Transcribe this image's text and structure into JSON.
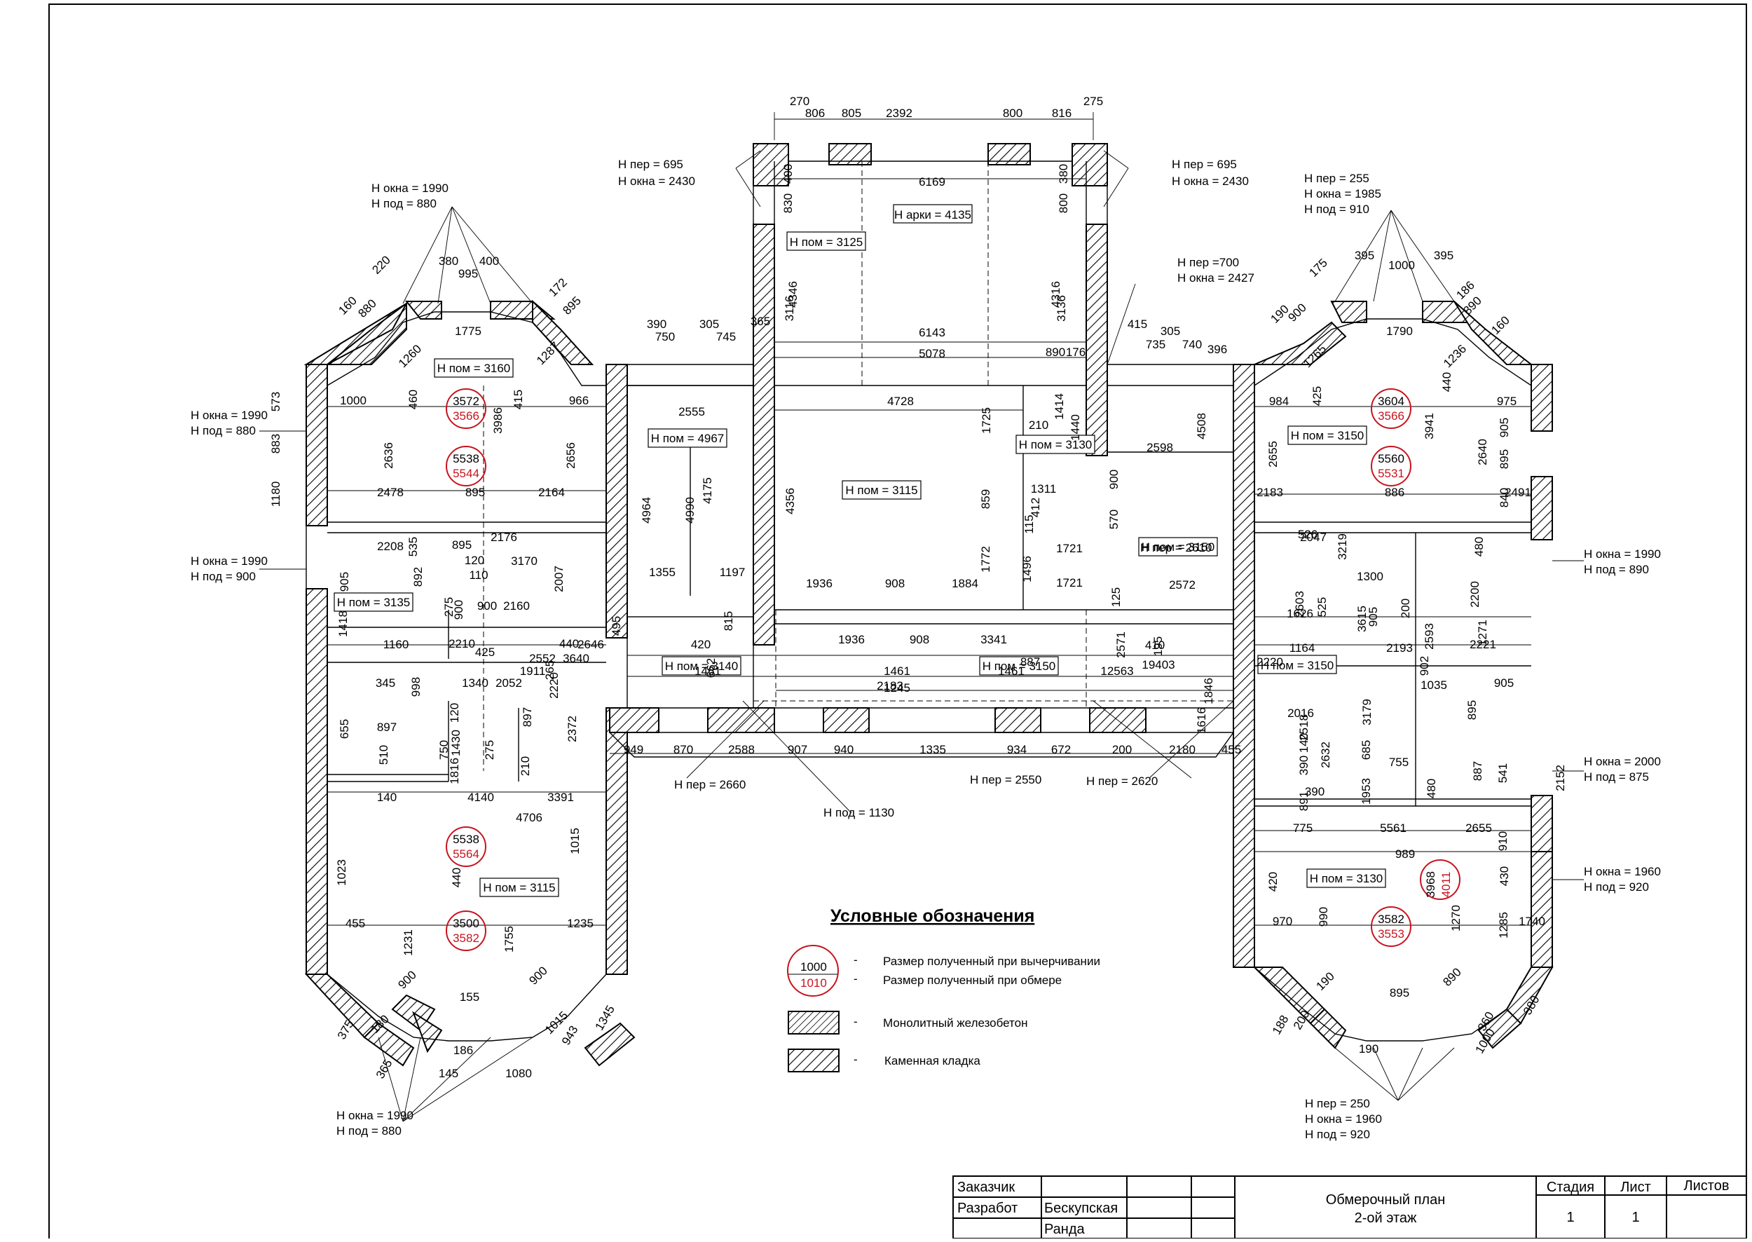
{
  "drawing": {
    "top_dims": [
      "270",
      "806",
      "805",
      "2392",
      "800",
      "816",
      "275"
    ],
    "top_labels": {
      "left_window": [
        "Н пер = 695",
        "Н окна = 2430"
      ],
      "right_window": [
        "Н пер = 695",
        "Н окна = 2430"
      ],
      "arch": "Н арки = 4135",
      "room_top": "Н пом = 3125"
    },
    "window_labels": [
      {
        "lines": [
          "Н окна = 1990",
          "Н под = 880"
        ]
      },
      {
        "lines": [
          "Н окна = 1990",
          "Н под = 880"
        ]
      },
      {
        "lines": [
          "Н окна = 1990",
          "Н под = 900"
        ]
      },
      {
        "lines": [
          "Н пер = 255",
          "Н окна = 1985",
          "Н под = 910"
        ]
      },
      {
        "lines": [
          "Н пер =700",
          "Н окна = 2427"
        ]
      },
      {
        "lines": [
          "Н окна = 1990",
          "Н под = 890"
        ]
      },
      {
        "lines": [
          "Н окна = 2000",
          "Н под = 875"
        ]
      },
      {
        "lines": [
          "Н окна = 1960",
          "Н под = 920"
        ]
      },
      {
        "lines": [
          "Н окна = 1990",
          "Н под = 880"
        ]
      },
      {
        "lines": [
          "Н пер = 250",
          "Н окна = 1960",
          "Н под = 920"
        ]
      }
    ],
    "room_labels": [
      "Н пом = 3160",
      "Н пом = 3135",
      "Н пом = 3115",
      "Н пом = 4967",
      "Н пом = 3115",
      "Н пом = 3130",
      "Н пом = 3150",
      "Н пом = 3150",
      "Н пом = 3140",
      "Н пом = 3150",
      "Н пом = 3150",
      "Н пом = 3130"
    ],
    "bottom_labels": [
      "Н пер = 2660",
      "Н под = 1130",
      "Н пер = 2550",
      "Н пер = 2620",
      "Н пер = 2610"
    ],
    "circled_dims": [
      {
        "drawn": "3572",
        "measured": "3566"
      },
      {
        "drawn": "5538",
        "measured": "5544"
      },
      {
        "drawn": "5538",
        "measured": "5564"
      },
      {
        "drawn": "3500",
        "measured": "3582"
      },
      {
        "drawn": "3604",
        "measured": "3566"
      },
      {
        "drawn": "5560",
        "measured": "5531"
      },
      {
        "drawn": "3968",
        "measured": "4011"
      },
      {
        "drawn": "3582",
        "measured": "3553"
      }
    ],
    "misc_dims": [
      "6169",
      "6143",
      "5078",
      "4728",
      "4346",
      "4316",
      "3116",
      "3136",
      "830",
      "800",
      "400",
      "380",
      "1775",
      "995",
      "380",
      "400",
      "220",
      "160",
      "880",
      "172",
      "895",
      "1260",
      "1287",
      "1000",
      "966",
      "460",
      "415",
      "3986",
      "2636",
      "2656",
      "2478",
      "895",
      "2164",
      "573",
      "883",
      "1180",
      "1790",
      "1000",
      "395",
      "395",
      "175",
      "190",
      "900",
      "186",
      "890",
      "160",
      "1265",
      "1236",
      "984",
      "975",
      "425",
      "440",
      "3941",
      "905",
      "895",
      "840",
      "2655",
      "2640",
      "2183",
      "886",
      "2491",
      "390",
      "750",
      "305",
      "745",
      "365",
      "2555",
      "4964",
      "4990",
      "4175",
      "1355",
      "1197",
      "495",
      "815",
      "4356",
      "1725",
      "859",
      "1772",
      "1936",
      "908",
      "1884",
      "210",
      "1311",
      "570",
      "900",
      "1496",
      "1721",
      "1721",
      "412",
      "115",
      "1414",
      "1440",
      "2598",
      "4508",
      "2572",
      "125",
      "890",
      "176",
      "415",
      "735",
      "305",
      "740",
      "396",
      "2208",
      "535",
      "2176",
      "895",
      "120",
      "3170",
      "892",
      "2007",
      "110",
      "900",
      "2160",
      "1418",
      "905",
      "275",
      "1160",
      "2210",
      "900",
      "440",
      "2646",
      "420",
      "2552",
      "425",
      "1936",
      "908",
      "3341",
      "410",
      "195",
      "2571",
      "3640",
      "1461",
      "1461",
      "19403",
      "1911",
      "1461",
      "1245",
      "12563",
      "1846",
      "2183",
      "662",
      "526",
      "3219",
      "2047",
      "1300",
      "905",
      "887",
      "2603",
      "525",
      "200",
      "2200",
      "480",
      "1626",
      "3615",
      "1271",
      "1164",
      "2193",
      "2593",
      "902",
      "2221",
      "2220",
      "1035",
      "905",
      "345",
      "998",
      "1340",
      "2052",
      "2220",
      "265",
      "655",
      "897",
      "120",
      "897",
      "1430",
      "510",
      "750",
      "275",
      "2372",
      "210",
      "1816",
      "140",
      "4140",
      "3391",
      "4706",
      "1015",
      "1023",
      "440",
      "455",
      "1235",
      "1231",
      "1755",
      "900",
      "900",
      "155",
      "180",
      "1015",
      "375",
      "365",
      "186",
      "145",
      "1080",
      "943",
      "1345",
      "949",
      "870",
      "2588",
      "907",
      "940",
      "1335",
      "934",
      "672",
      "200",
      "2180",
      "455",
      "1616",
      "2016",
      "3179",
      "895",
      "2632",
      "755",
      "685",
      "887",
      "390",
      "1953",
      "541",
      "140",
      "390",
      "480",
      "2152",
      "891",
      "2518",
      "775",
      "5561",
      "2655",
      "910",
      "989",
      "420",
      "430",
      "970",
      "990",
      "1270",
      "1285",
      "1740",
      "190",
      "890",
      "895",
      "188",
      "200",
      "360",
      "1000",
      "380",
      "190"
    ]
  },
  "legend": {
    "title": "Условные обозначения",
    "sample_drawn": "1000",
    "sample_measured": "1010",
    "items": [
      {
        "dash": "-",
        "text": "Размер полученный при вычерчивании"
      },
      {
        "dash": "-",
        "text": "Размер полученный при обмере"
      },
      {
        "dash": "-",
        "text": "Монолитный железобетон"
      },
      {
        "dash": "-",
        "text": "Каменная кладка"
      }
    ]
  },
  "title_block": {
    "customer_label": "Заказчик",
    "developer_label": "Разработ",
    "developer_name_1": "Бескупская",
    "developer_name_2": "Ранда",
    "title_line1": "Обмерочный план",
    "title_line2": "2-ой этаж",
    "stage_label": "Стадия",
    "sheet_label": "Лист",
    "sheets_label": "Листов",
    "stage_value": "1",
    "sheet_value": "1",
    "sheets_value": ""
  }
}
